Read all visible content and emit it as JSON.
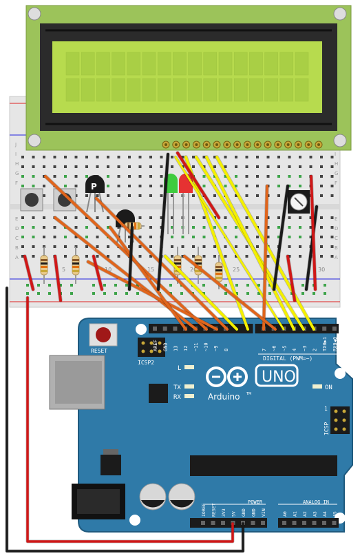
{
  "colors": {
    "lcd_frame": "#9cc35a",
    "lcd_body": "#2b2b2b",
    "lcd_screen": "#b7db4e",
    "breadboard": "#e6e6e6",
    "arduino": "#2f7aa8",
    "arduino_dark": "#1f5a7e",
    "wire_yellow": "#f4f000",
    "wire_orange": "#e0651c",
    "wire_black": "#1a1a1a",
    "wire_red": "#d01818",
    "header": "#1b1b1b"
  },
  "breadboard": {
    "row_letters_top": [
      "J",
      "I",
      "H",
      "G",
      "F"
    ],
    "row_letters_bottom": [
      "E",
      "D",
      "C",
      "B",
      "A"
    ],
    "column_numbers": [
      "1",
      "5",
      "10",
      "15",
      "20",
      "25",
      "30"
    ]
  },
  "components": {
    "transistor_mark": "P"
  },
  "arduino": {
    "reset_label": "RESET",
    "icsp2_label": "ICSP2",
    "icsp_label": "ICSP",
    "icsp_pin1": "1",
    "digital_label": "DIGITAL (PWM=~)",
    "led_l": "L",
    "led_tx": "TX",
    "led_rx": "RX",
    "led_on": "ON",
    "brand": "Arduino",
    "trademark": "TM",
    "model": "UNO",
    "power_label": "POWER",
    "analog_label": "ANALOG IN",
    "digital_pins": [
      "AREF",
      "GND",
      "13",
      "12",
      "~11",
      "~10",
      "~9",
      "8",
      "7",
      "~6",
      "~5",
      "4",
      "~3",
      "2",
      "TX0▶1",
      "RX0◀0"
    ],
    "power_pins": [
      "IOREF",
      "RESET",
      "3V3",
      "5V",
      "GND",
      "GND",
      "VIN"
    ],
    "analog_pins": [
      "A0",
      "A1",
      "A2",
      "A3",
      "A4",
      "A5"
    ]
  }
}
